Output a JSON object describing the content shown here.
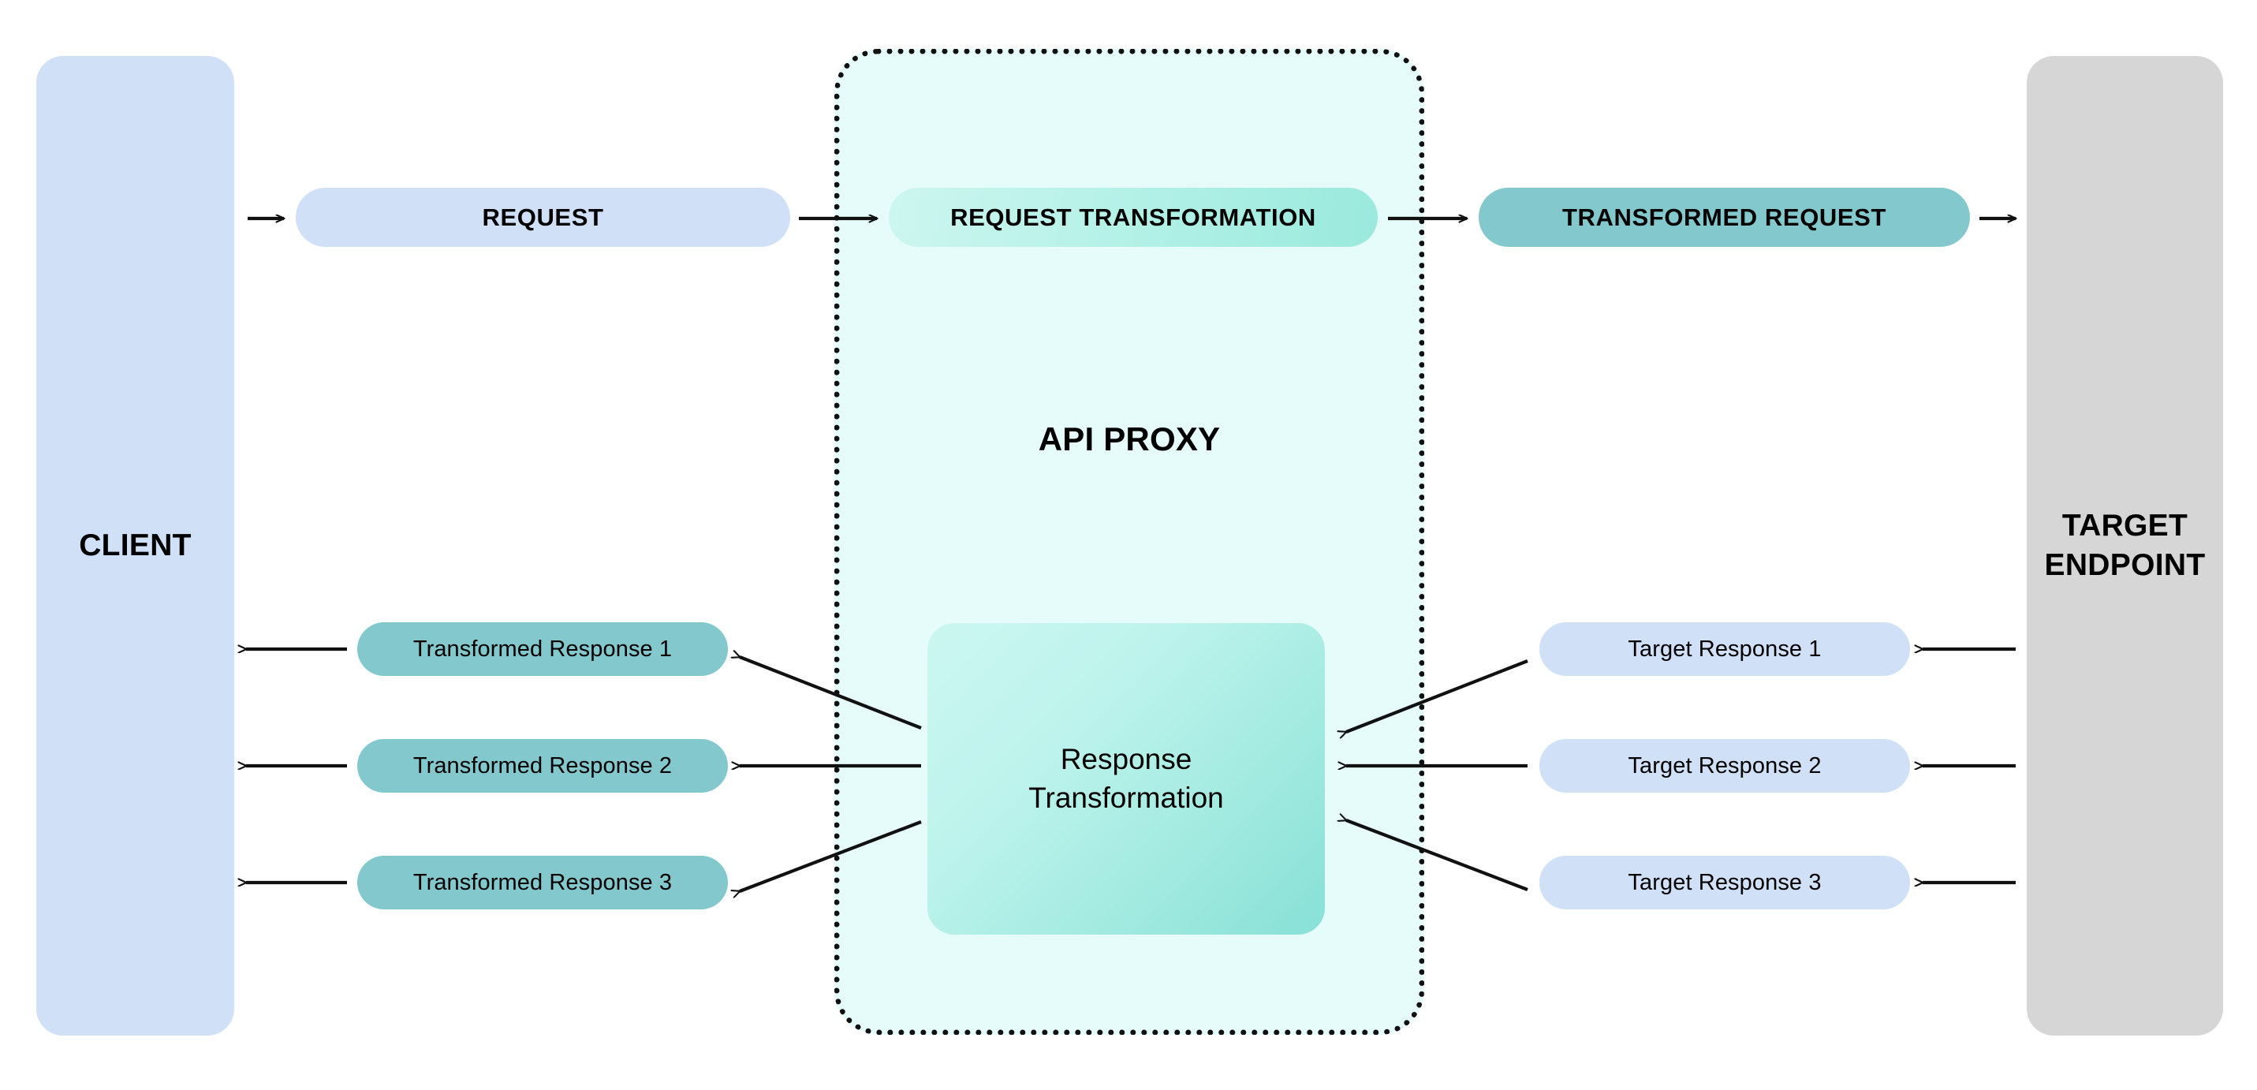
{
  "diagram": {
    "title": "API Proxy request and response transformation flow",
    "colors": {
      "client_panel": "#cfe0f7",
      "target_panel": "#d6d6d6",
      "proxy_background": "#e6fcfa",
      "proxy_border": "#111111",
      "teal_solid": "#82c8cd",
      "teal_gradient_start": "#cdf6f0",
      "teal_gradient_end": "#9ae9dd",
      "light_blue": "#cfe0f7",
      "arrow": "#111111"
    }
  },
  "client": {
    "label": "CLIENT"
  },
  "target_endpoint": {
    "label_line_1": "TARGET",
    "label_line_2": "ENDPOINT"
  },
  "api_proxy": {
    "title": "API PROXY",
    "request_transformation_label": "REQUEST TRANSFORMATION",
    "response_transformation_line_1": "Response",
    "response_transformation_line_2": "Transformation"
  },
  "request_flow": {
    "request_label": "REQUEST",
    "transformed_request_label": "TRANSFORMED REQUEST"
  },
  "transformed_responses": [
    {
      "label": "Transformed Response 1"
    },
    {
      "label": "Transformed Response 2"
    },
    {
      "label": "Transformed Response 3"
    }
  ],
  "target_responses": [
    {
      "label": "Target Response 1"
    },
    {
      "label": "Target Response 2"
    },
    {
      "label": "Target Response 3"
    }
  ],
  "arrows": {
    "client_to_request": "arrow-right",
    "request_to_request_transformation": "arrow-right",
    "request_transformation_to_transformed_request": "arrow-right",
    "transformed_request_to_target": "arrow-right",
    "target_to_target_responses": "arrow-left",
    "target_responses_to_response_transformation": "arrow-left",
    "response_transformation_to_transformed_responses": "arrow-left",
    "transformed_responses_to_client": "arrow-left"
  }
}
